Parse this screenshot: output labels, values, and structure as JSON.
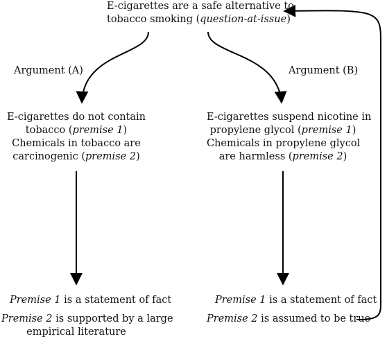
{
  "question": {
    "line1": "E-cigarettes are a safe alternative to",
    "line2_text": "tobacco smoking (",
    "line2_em": "question-at-issue",
    "line2_end": ")"
  },
  "argument_a": {
    "label": "Argument (A)",
    "p1_line1": "E-cigarettes do not contain",
    "p1_line2_text": "tobacco (",
    "p1_line2_em": "premise 1",
    "p1_line2_end": ")",
    "p2_line1": "Chemicals in tobacco are",
    "p2_line2_text": "carcinogenic (",
    "p2_line2_em": "premise 2",
    "p2_line2_end": ")",
    "eval1_em": "Premise 1",
    "eval1_text": " is a statement of fact",
    "eval2_em": "Premise 2",
    "eval2_text": " is supported by a large",
    "eval2_line2": "empirical literature"
  },
  "argument_b": {
    "label": "Argument (B)",
    "p1_line1": "E-cigarettes suspend nicotine in",
    "p1_line2_text": "propylene glycol (",
    "p1_line2_em": "premise 1",
    "p1_line2_end": ")",
    "p2_line1": "Chemicals in propylene glycol",
    "p2_line2_text": "are harmless (",
    "p2_line2_em": "premise 2",
    "p2_line2_end": ")",
    "eval1_em": "Premise 1",
    "eval1_text": " is a statement of fact",
    "eval2_em": "Premise 2",
    "eval2_text": " is assumed to be true"
  }
}
